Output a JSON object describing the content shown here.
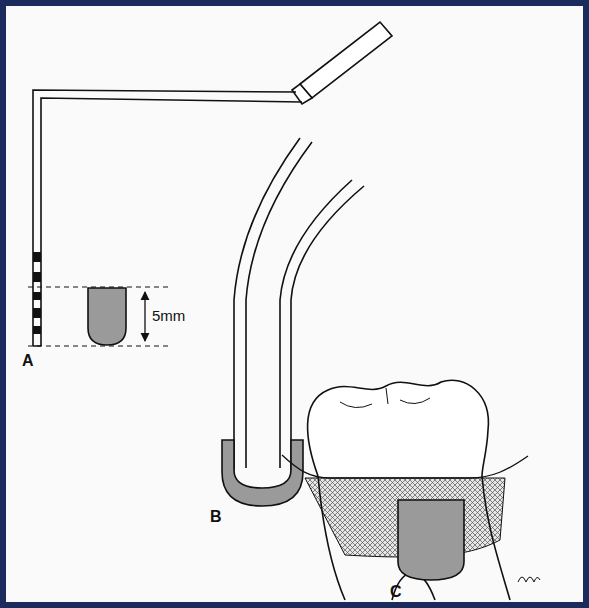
{
  "diagram": {
    "labels": [
      "5mm",
      "A",
      "B",
      "C"
    ]
  }
}
